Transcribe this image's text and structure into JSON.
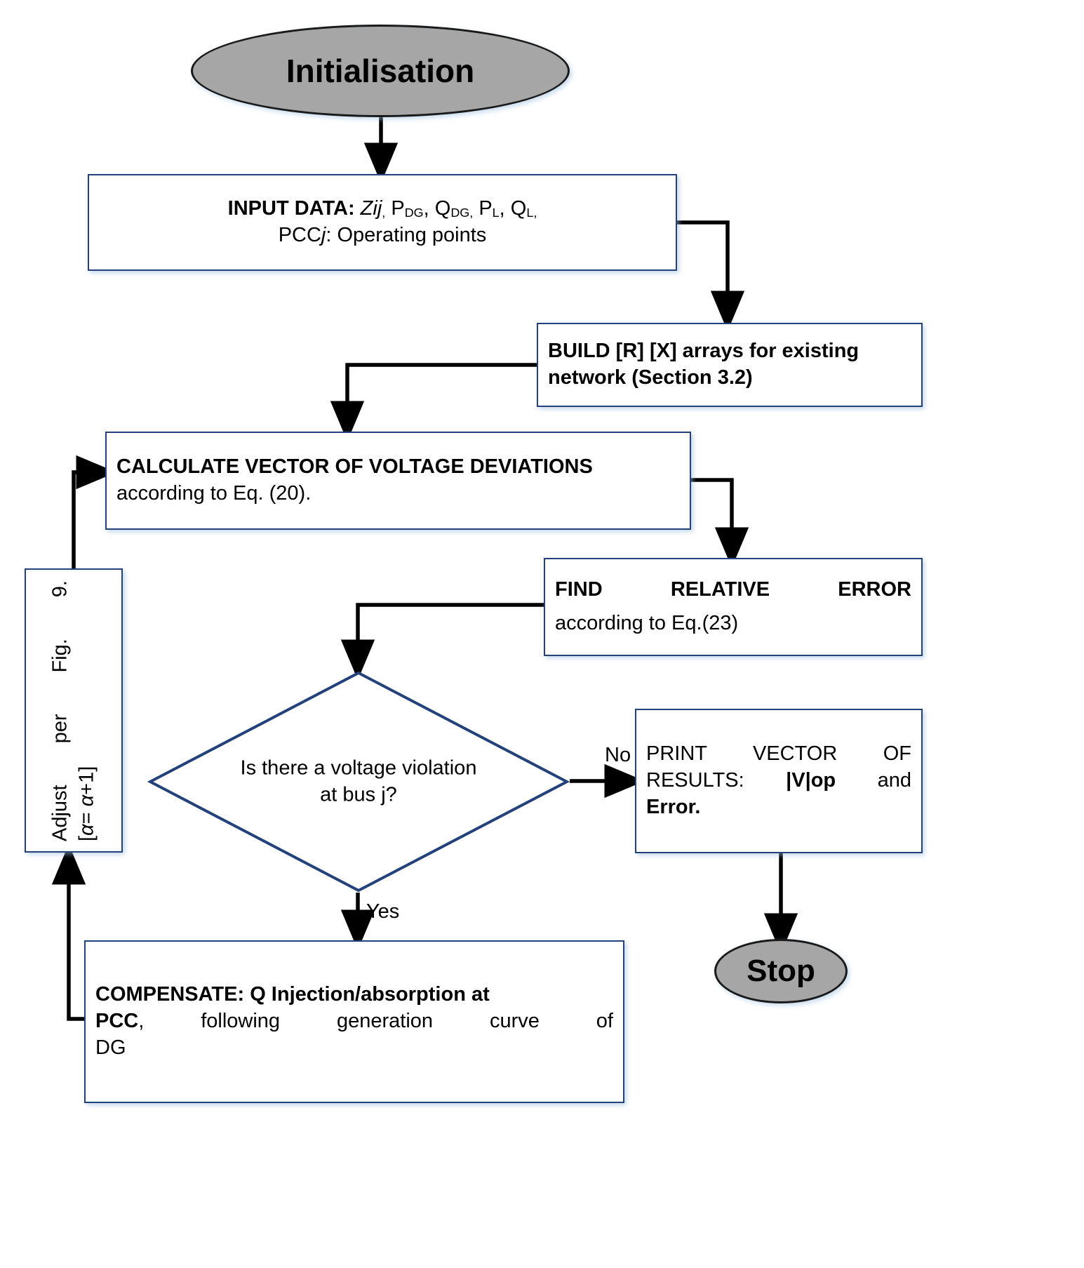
{
  "diagram": {
    "title": "Voltage control algorithm flowchart",
    "colors": {
      "box_border": "#23417a",
      "terminator_fill": "#a6a6a6",
      "terminator_border": "#1a1a1a",
      "arrow": "#000000",
      "text": "#000000",
      "background": "#ffffff"
    }
  },
  "nodes": {
    "start": {
      "shape": "ellipse",
      "label": "Initialisation"
    },
    "input_data": {
      "shape": "process",
      "line1_bold": "INPUT DATA:",
      "line1_rest": "Zij, PDG, QDG, PL, QL,",
      "line2": "PCCj: Operating points",
      "plain": "INPUT DATA: Zij, PDG, QDG, PL, QL, PCCj: Operating points"
    },
    "build_arrays": {
      "shape": "process",
      "bold": "BUILD [R] [X] arrays for existing",
      "bold2": "network  (Section 3.2)",
      "plain": "BUILD [R] [X] arrays for existing network (Section 3.2)"
    },
    "calculate": {
      "shape": "process",
      "bold": "CALCULATE VECTOR OF VOLTAGE DEVIATIONS",
      "normal": "according to Eq. (20).",
      "plain": "CALCULATE VECTOR OF VOLTAGE DEVIATIONS according to Eq. (20)."
    },
    "find_error": {
      "shape": "process",
      "bold": "FIND RELATIVE ERROR",
      "normal": "according to Eq.(23)",
      "plain": "FIND RELATIVE ERROR according to Eq.(23)"
    },
    "decision": {
      "shape": "diamond",
      "line1": "Is there a voltage violation",
      "line2": "at bus j?",
      "plain": "Is there a voltage violation at bus j?"
    },
    "print_results": {
      "shape": "process",
      "normal1": "PRINT VECTOR OF RESULTS:",
      "bold1": "|V|op",
      "normal2": "and",
      "bold2": "Error.",
      "plain": "PRINT VECTOR OF RESULTS: |V|op and Error."
    },
    "compensate": {
      "shape": "process",
      "bold1": "COMPENSATE:",
      "bold2": "Q Injection/absorption at PCC",
      "normal": ", following generation curve of DG",
      "plain": "COMPENSATE: Q Injection/absorption at PCC, following generation curve of DG"
    },
    "adjust": {
      "shape": "process-rotated",
      "line1": "Adjust per Fig. 9.",
      "line2": "[a= a+1]",
      "plain": "Adjust per Fig. 9. [a= a+1]"
    },
    "stop": {
      "shape": "ellipse",
      "label": "Stop"
    }
  },
  "edge_labels": {
    "no": "No",
    "yes": "Yes"
  }
}
